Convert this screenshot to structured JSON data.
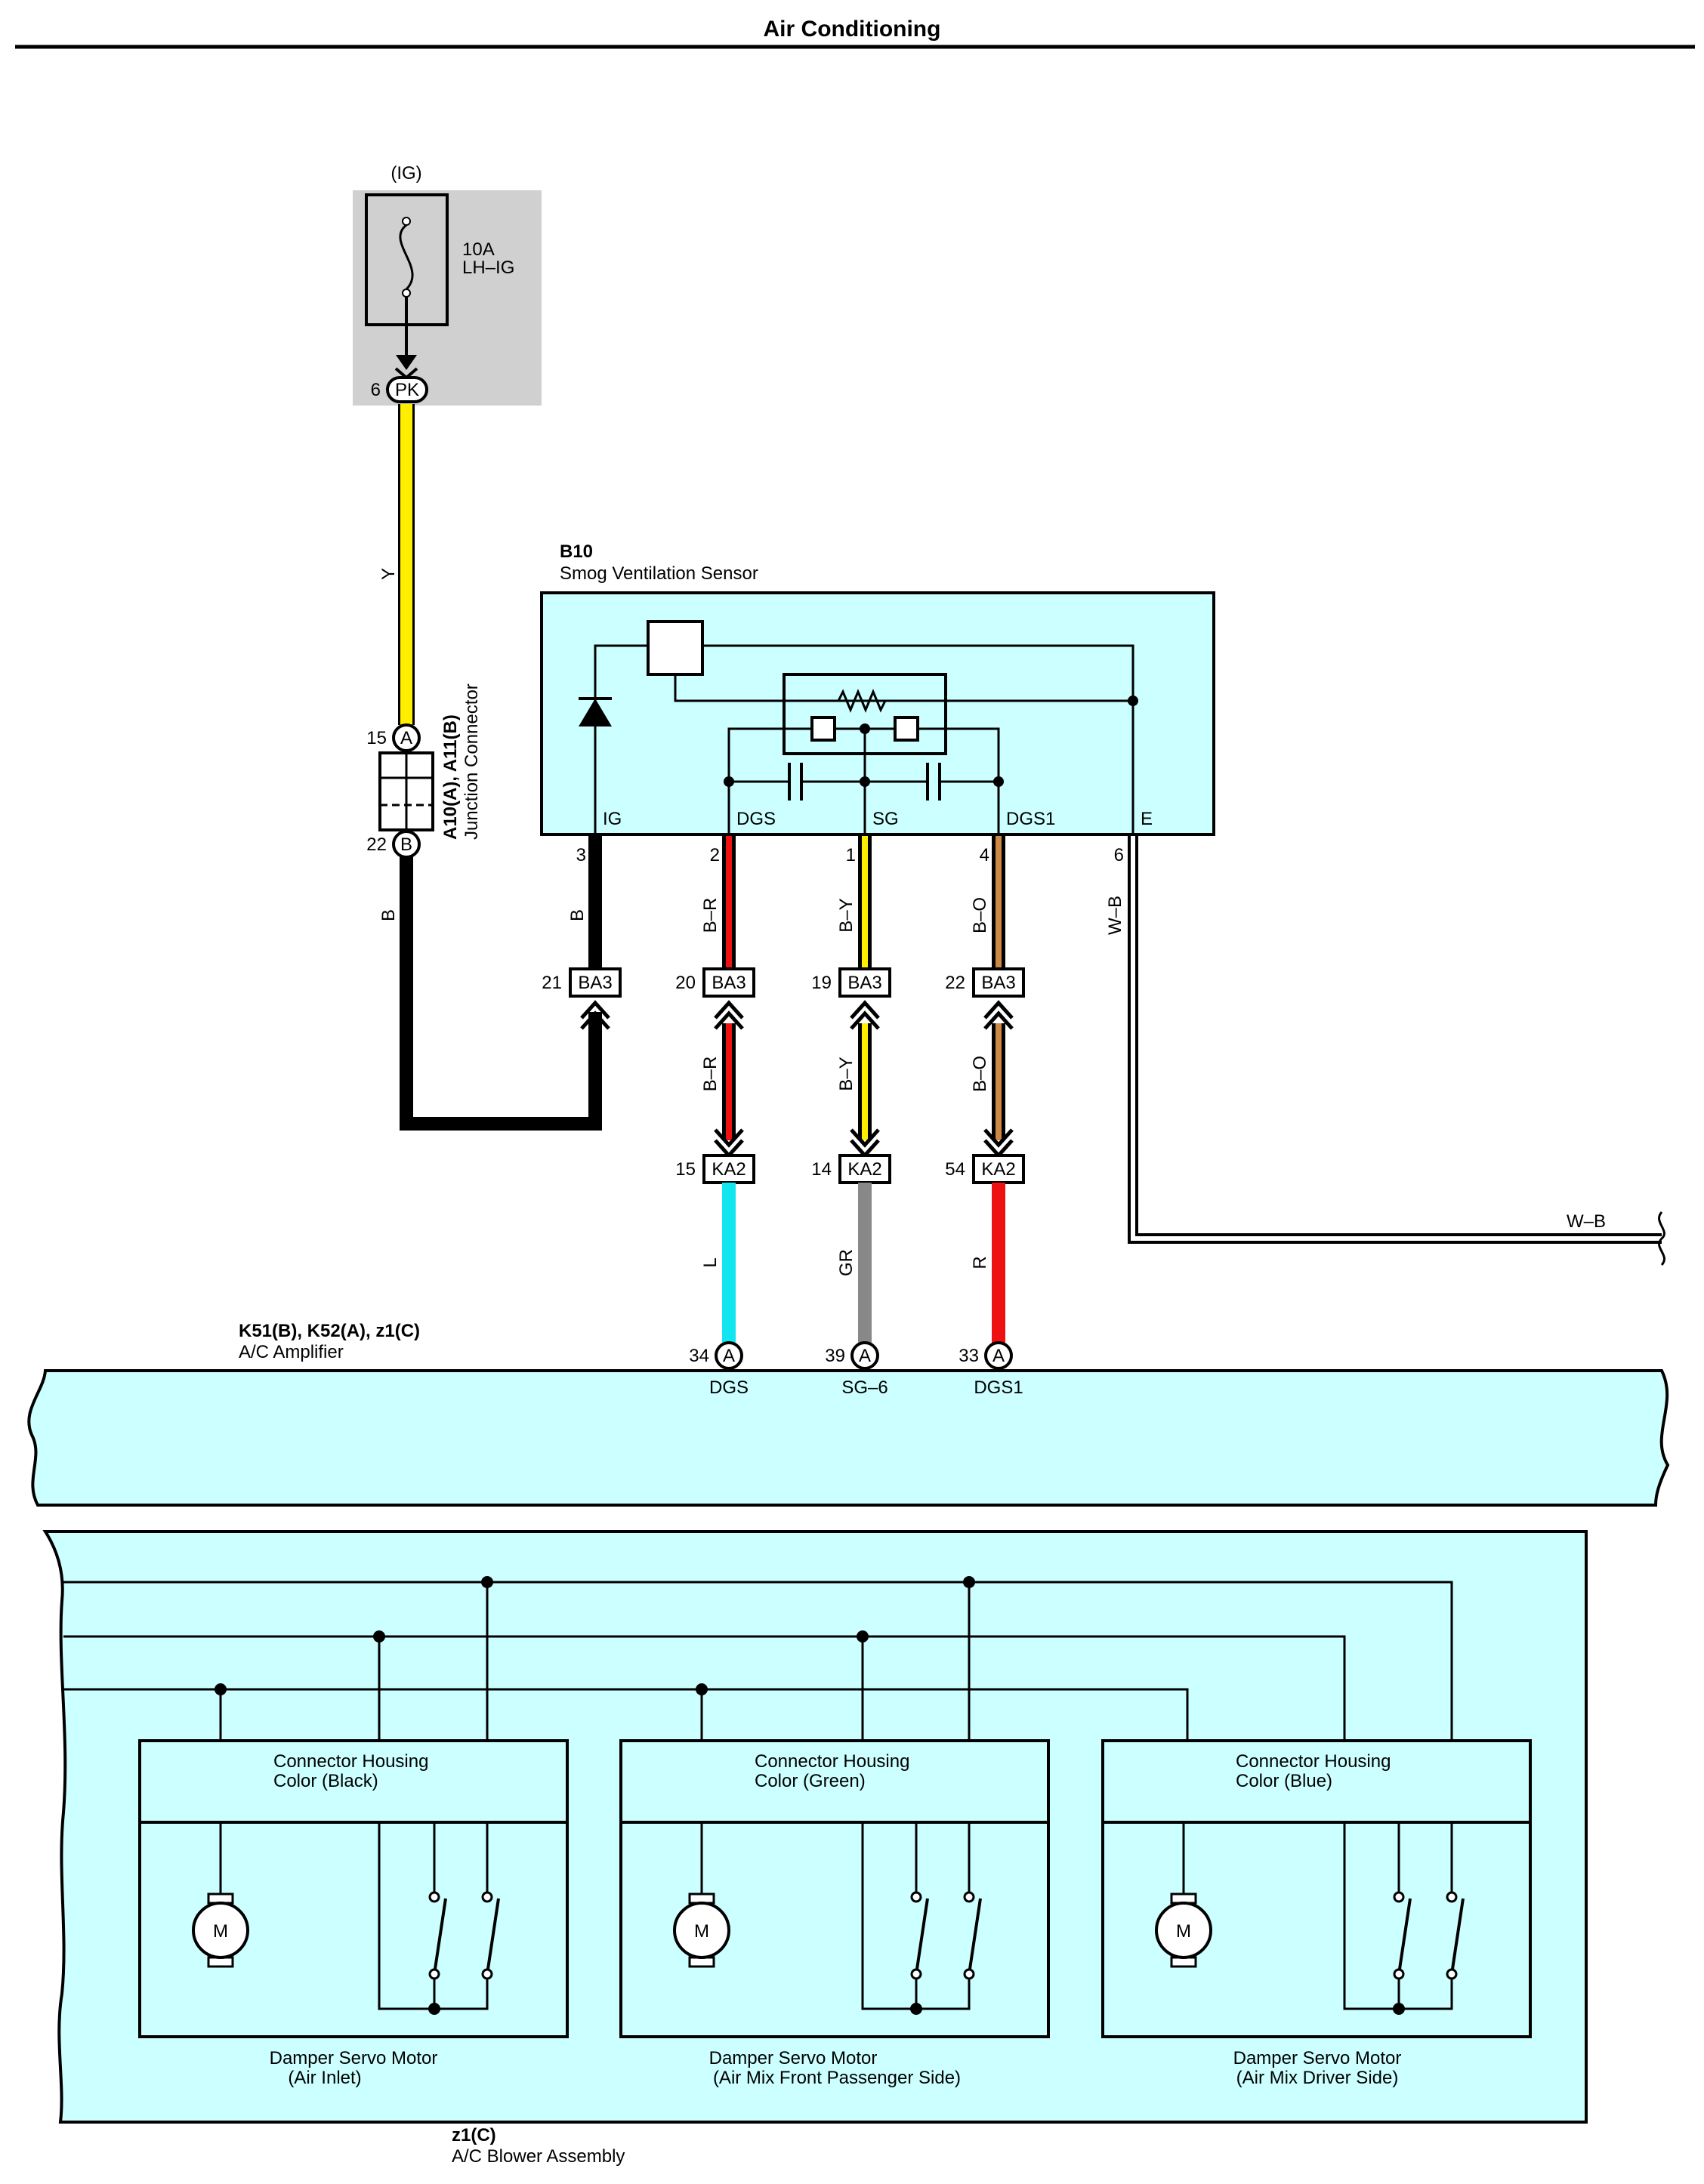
{
  "title": "Air Conditioning",
  "fuse": {
    "source": "(IG)",
    "rating": "10A",
    "name": "LH–IG",
    "pin": "6",
    "connector": "PK"
  },
  "wires": {
    "fuse_to_junction": "Y",
    "junction_to_ba3": "B",
    "ig": "B",
    "dgs": "B–R",
    "sg": "B–Y",
    "dgs1": "B–O",
    "e": "W–B",
    "dgs_amp": "L",
    "sg_amp": "GR",
    "dgs1_amp": "R",
    "ground": "W–B"
  },
  "junction": {
    "id": "A10(A), A11(B)",
    "name": "Junction Connector",
    "pin_a_num": "15",
    "pin_a": "A",
    "pin_b_num": "22",
    "pin_b": "B"
  },
  "sensor": {
    "id": "B10",
    "name": "Smog Ventilation Sensor",
    "terminals": [
      "IG",
      "DGS",
      "SG",
      "DGS1",
      "E"
    ],
    "pins": [
      "3",
      "2",
      "1",
      "4",
      "6"
    ]
  },
  "ba3": {
    "name": "BA3",
    "pins": [
      "21",
      "20",
      "19",
      "22"
    ]
  },
  "ka2": {
    "name": "KA2",
    "pins": [
      "15",
      "14",
      "54"
    ]
  },
  "amplifier": {
    "id": "K51(B), K52(A), z1(C)",
    "name": "A/C Amplifier",
    "pin_letter": "A",
    "pins": [
      "34",
      "39",
      "33"
    ],
    "terminals": [
      "DGS",
      "SG–6",
      "DGS1"
    ]
  },
  "blower": {
    "id": "z1(C)",
    "name": "A/C Blower Assembly",
    "motor_symbol": "M",
    "motors": [
      {
        "housing": "Connector Housing",
        "color": "Color (Black)",
        "name": "Damper Servo Motor",
        "sub": "(Air Inlet)"
      },
      {
        "housing": "Connector Housing",
        "color": "Color (Green)",
        "name": "Damper Servo Motor",
        "sub": "(Air Mix Front Passenger Side)"
      },
      {
        "housing": "Connector Housing",
        "color": "Color (Blue)",
        "name": "Damper Servo Motor",
        "sub": "(Air Mix Driver Side)"
      }
    ]
  },
  "colors": {
    "panel": "#ccffff",
    "fuse_bg": "#d0d0d0",
    "yellow": "#ffee00",
    "red": "#ee1111",
    "orange": "#cc8844",
    "cyan": "#11e6f0",
    "gray": "#888888",
    "black": "#000000"
  }
}
